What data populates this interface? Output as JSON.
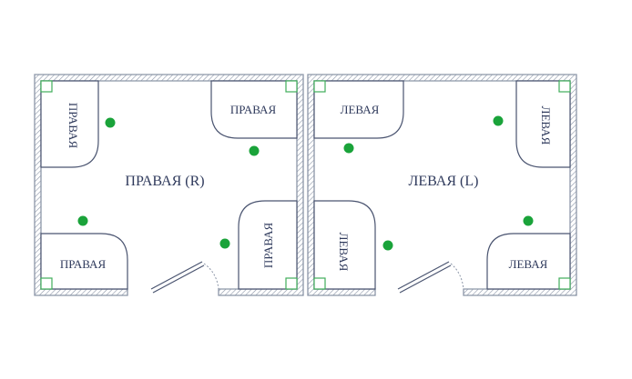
{
  "colors": {
    "line": "#4a5470",
    "text": "#2f3a5c",
    "marker": "#1aa33a",
    "corner_square": "#3fae5a",
    "hatch": "#8c96a8"
  },
  "diagrams": [
    {
      "title": "ПРАВАЯ (R)",
      "cabins": [
        "ПРАВАЯ",
        "ПРАВАЯ",
        "ПРАВАЯ",
        "ПРАВАЯ"
      ]
    },
    {
      "title": "ЛЕВАЯ (L)",
      "cabins": [
        "ЛЕВАЯ",
        "ЛЕВАЯ",
        "ЛЕВАЯ",
        "ЛЕВАЯ"
      ]
    }
  ]
}
